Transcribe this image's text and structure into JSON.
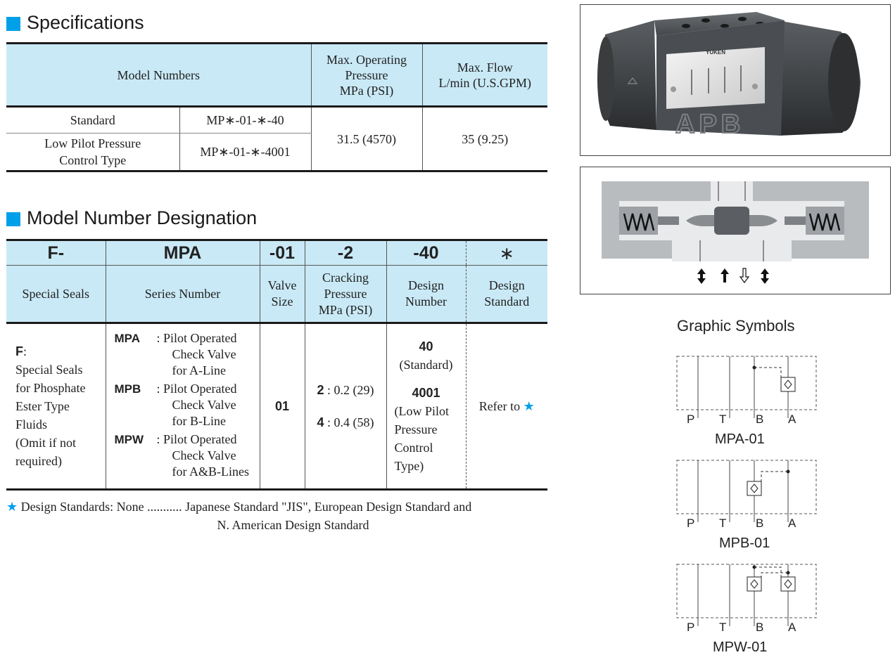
{
  "specifications": {
    "title": "Specifications",
    "headers": {
      "model_numbers": "Model Numbers",
      "max_pressure": [
        "Max. Operating",
        "Pressure",
        "MPa (PSI)"
      ],
      "max_flow": [
        "Max. Flow",
        "L/min (U.S.GPM)"
      ]
    },
    "rows": [
      {
        "type": "Standard",
        "model": "MP∗-01-∗-40"
      },
      {
        "type": [
          "Low Pilot Pressure",
          "Control Type"
        ],
        "model": "MP∗-01-∗-4001"
      }
    ],
    "pressure_value": "31.5 (4570)",
    "flow_value": "35 (9.25)"
  },
  "designation": {
    "title": "Model Number Designation",
    "codes": [
      "F-",
      "MPA",
      "-01",
      "-2",
      "-40",
      "∗"
    ],
    "labels": {
      "special_seals": "Special Seals",
      "series_number": "Series Number",
      "valve_size": [
        "Valve",
        "Size"
      ],
      "cracking": [
        "Cracking",
        "Pressure",
        "MPa (PSI)"
      ],
      "design_number": [
        "Design",
        "Number"
      ],
      "design_standard": [
        "Design",
        "Standard"
      ]
    },
    "seals": {
      "code": "F",
      "colon": ":",
      "desc": [
        "Special Seals",
        "for Phosphate",
        "Ester Type",
        "Fluids",
        "(Omit if not",
        "required)"
      ]
    },
    "series": [
      {
        "code": "MPA",
        "desc": [
          ": Pilot Operated",
          "Check Valve",
          "for A-Line"
        ]
      },
      {
        "code": "MPB",
        "desc": [
          ": Pilot Operated",
          "Check Valve",
          "for B-Line"
        ]
      },
      {
        "code": "MPW",
        "desc": [
          ": Pilot Operated",
          "Check Valve",
          "for A&B-Lines"
        ]
      }
    ],
    "valve_size": "01",
    "cracking": [
      {
        "code": "2",
        "value": " : 0.2 (29)"
      },
      {
        "code": "4",
        "value": " : 0.4 (58)"
      }
    ],
    "design_numbers": [
      {
        "code": "40",
        "desc": [
          "(Standard)"
        ]
      },
      {
        "code": "4001",
        "desc": [
          "(Low Pilot",
          "Pressure",
          "Control",
          "Type)"
        ]
      }
    ],
    "refer": "Refer to ★"
  },
  "note": {
    "star": "★",
    "line1": " Design Standards:  None ........... Japanese Standard \"JIS\", European Design Standard and",
    "line2": "N. American Design Standard"
  },
  "photo": {
    "brand": "YUKEN",
    "logo": "APB"
  },
  "graphic_symbols": {
    "title": "Graphic Symbols",
    "ports": [
      "P",
      "T",
      "B",
      "A"
    ],
    "symbols": [
      "MPA-01",
      "MPB-01",
      "MPW-01"
    ]
  },
  "colors": {
    "accent": "#00a0e9",
    "header_bg": "#c9e9f6",
    "body_grey": "#3a3d40"
  }
}
